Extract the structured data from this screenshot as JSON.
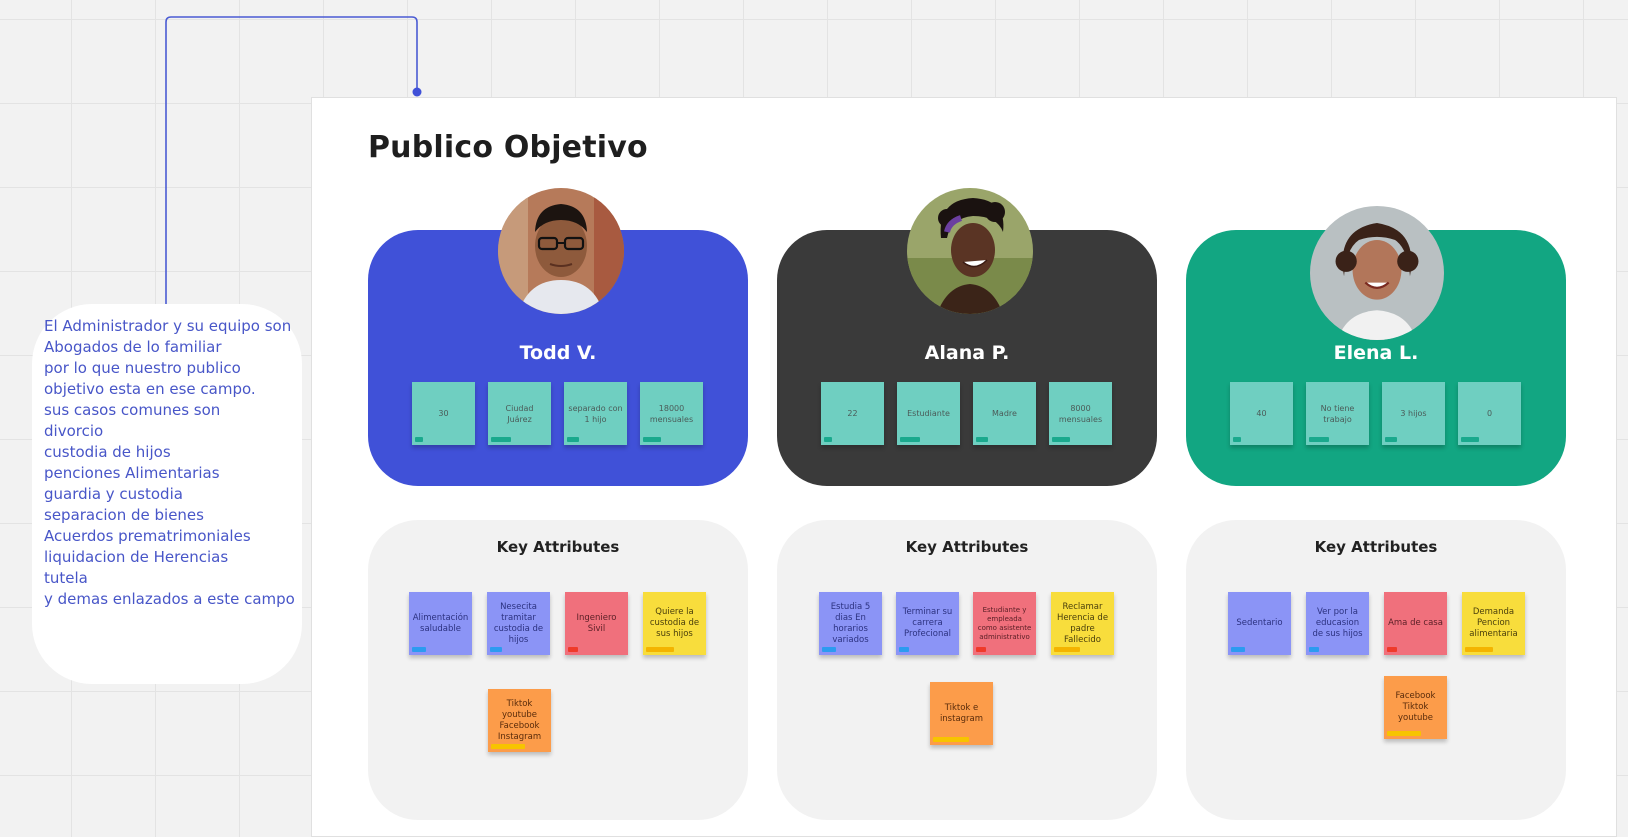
{
  "note": {
    "lines": [
      "El Administrador y su equipo son",
      "Abogados de lo familiar",
      "por lo que nuestro publico",
      "objetivo esta en ese campo.",
      "sus casos comunes son",
      "divorcio",
      "custodia de hijos",
      "penciones  Alimentarias",
      "guardia y custodia",
      "separacion de bienes",
      "Acuerdos prematrimoniales",
      "liquidacion de Herencias",
      "tutela",
      "y demas enlazados a este campo"
    ]
  },
  "frame": {
    "title": "Publico Objetivo"
  },
  "personas": [
    {
      "name": "Todd V.",
      "color": "#4051d8",
      "stats": [
        "30",
        "Ciudad Juárez",
        "separado con 1 hijo",
        "18000 mensuales"
      ],
      "attributes_title": "Key Attributes",
      "attributes": [
        {
          "text": "Alimentación saludable",
          "color": "blue"
        },
        {
          "text": "Nesecita tramitar custodia de hijos",
          "color": "blue"
        },
        {
          "text": "Ingeniero Sivil",
          "color": "pink"
        },
        {
          "text": "Quiere la custodia de sus hijos",
          "color": "yellow"
        },
        {
          "text": "Tiktok youtube Facebook Instagram",
          "color": "orange"
        }
      ]
    },
    {
      "name": "Alana P.",
      "color": "#3a3a3a",
      "stats": [
        "22",
        "Estudiante",
        "Madre",
        "8000 mensuales"
      ],
      "attributes_title": "Key Attributes",
      "attributes": [
        {
          "text": "Estudia 5 dias En horarios variados",
          "color": "blue"
        },
        {
          "text": "Terminar su carrera Profecional",
          "color": "blue"
        },
        {
          "text": "Estudiante y empleada como asistente administrativo",
          "color": "pink"
        },
        {
          "text": "Reclamar Herencia de padre Fallecido",
          "color": "yellow"
        },
        {
          "text": "Tiktok e instagram",
          "color": "orange"
        }
      ]
    },
    {
      "name": "Elena L.",
      "color": "#12a682",
      "stats": [
        "40",
        "No tiene trabajo",
        "3 hijos",
        "0"
      ],
      "attributes_title": "Key Attributes",
      "attributes": [
        {
          "text": "Sedentario",
          "color": "blue"
        },
        {
          "text": "Ver por la educasion de sus hijos",
          "color": "blue"
        },
        {
          "text": "Ama de  casa",
          "color": "pink"
        },
        {
          "text": "Demanda Pencion alimentaria",
          "color": "yellow"
        },
        {
          "text": "Facebook Tiktok youtube",
          "color": "orange"
        }
      ]
    }
  ]
}
